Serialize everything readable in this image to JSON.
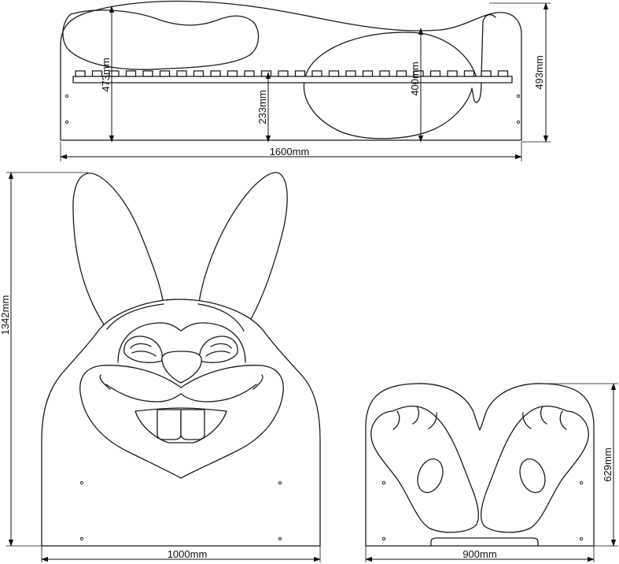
{
  "dimensions": {
    "side_length": "1600mm",
    "side_height": "493mm",
    "side_head_height": "473mm",
    "side_rail_height": "233mm",
    "side_tail_height": "400mm",
    "headboard_height": "1342mm",
    "headboard_width": "1000mm",
    "footboard_width": "900mm",
    "footboard_height": "629mm"
  }
}
